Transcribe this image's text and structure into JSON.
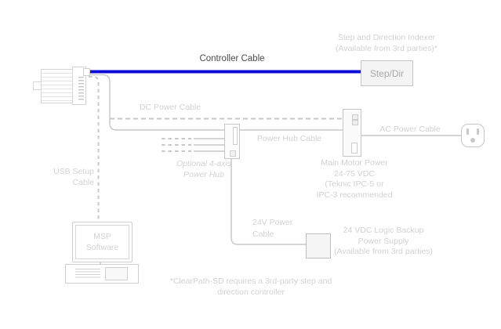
{
  "colors": {
    "controller_cable_blue": "#0a0ad6",
    "muted_label": "#d2d2d2",
    "dark_label": "#4a4a4a",
    "cable_gray": "#c9c9c9"
  },
  "labels": {
    "controller_cable": "Controller Cable",
    "indexer": {
      "line1": "Step and Direction Indexer",
      "line2": "(Available from 3rd parties)*"
    },
    "step_dir": "Step/Dir",
    "dc_power_cable": "DC Power Cable",
    "usb_setup": {
      "line1": "USB Setup",
      "line2": "Cable"
    },
    "optional_hub": {
      "line1": "Optional 4-axis",
      "line2": "Power Hub"
    },
    "power_hub_cable": "Power Hub Cable",
    "ac_power_cable": "AC Power Cable",
    "main_motor_power": {
      "line1": "Main Motor Power",
      "line2": "24-75 VDC",
      "line3": "(Teknic IPC-5 or",
      "line4": "IPC-3 recommended"
    },
    "msp": {
      "line1": "MSP",
      "line2": "Software"
    },
    "v24_cable": {
      "line1": "24V Power",
      "line2": "Cable"
    },
    "logic_backup": {
      "line1": "24 VDC Logic Backup",
      "line2": "Power Supply",
      "line3": "(Available from 3rd parties)"
    },
    "footnote": {
      "line1": "*ClearPath-SD requires a 3rd-party step and",
      "line2": "direction controller"
    }
  }
}
